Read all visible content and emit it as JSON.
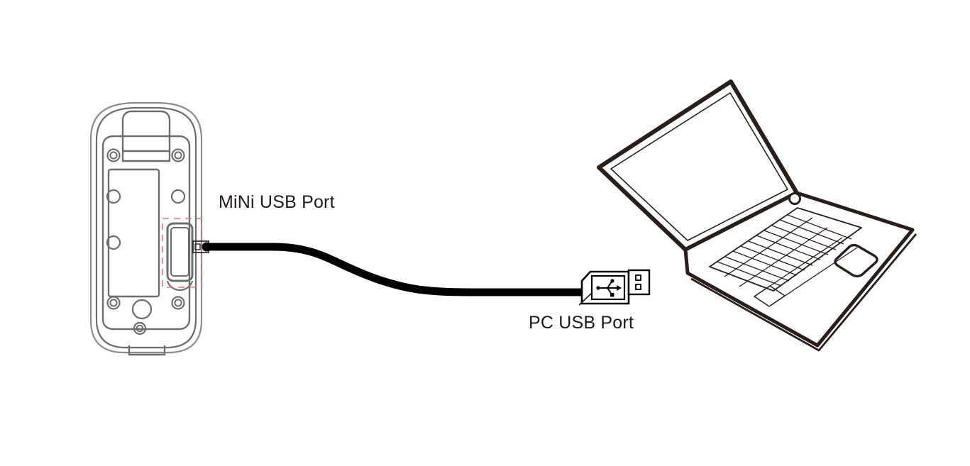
{
  "diagram": {
    "title": "Device to PC USB connection diagram",
    "background_color": "#ffffff",
    "labels": {
      "mini_usb_port": "MiNi USB Port",
      "pc_usb_port": "PC USB Port"
    },
    "colors": {
      "device_outline": "#6d6d70",
      "device_outline_light": "#8b8b8f",
      "highlight_dashed": "#e8756a",
      "cable": "#000000",
      "laptop_outline": "#2a1e1c",
      "text": "#221a18"
    },
    "device": {
      "name": "handheld-device-back-panel",
      "features": [
        "top-bracket-clip",
        "battery-compartment",
        "mini-usb-port-slot",
        "screw-holes",
        "bottom-notch-tab"
      ]
    },
    "cable": {
      "name": "usb-cable",
      "from": "mini-usb-port",
      "to": "pc-usb-port",
      "style": "s-curve"
    },
    "usb_connector": {
      "name": "usb-type-a-connector",
      "symbol": "usb-trident-icon",
      "contacts": 2
    },
    "laptop": {
      "name": "laptop-computer",
      "features": [
        "screen-bezel",
        "screen-panel",
        "webcam-dot",
        "keyboard-grid",
        "trackpad",
        "base-chassis"
      ],
      "keyboard_rows": 6
    }
  }
}
